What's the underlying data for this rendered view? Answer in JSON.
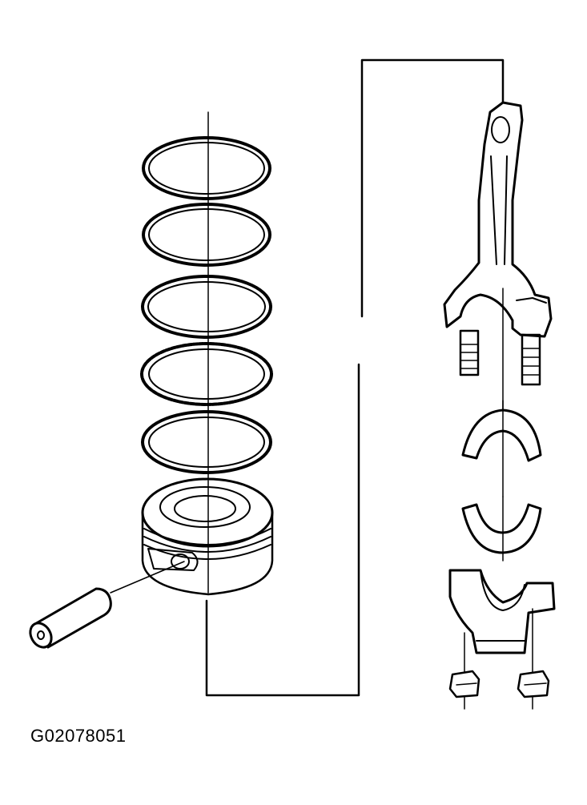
{
  "figure": {
    "code": "G02078051"
  },
  "colors": {
    "ink": "#000000",
    "paper": "#ffffff"
  },
  "parts": [
    "compression-ring-top",
    "compression-ring-second",
    "oil-ring-rail-upper",
    "oil-ring-expander",
    "oil-ring-rail-lower",
    "piston",
    "piston-pin",
    "connecting-rod",
    "upper-bearing-shell",
    "lower-bearing-shell",
    "rod-cap",
    "rod-nut-left",
    "rod-nut-right"
  ]
}
